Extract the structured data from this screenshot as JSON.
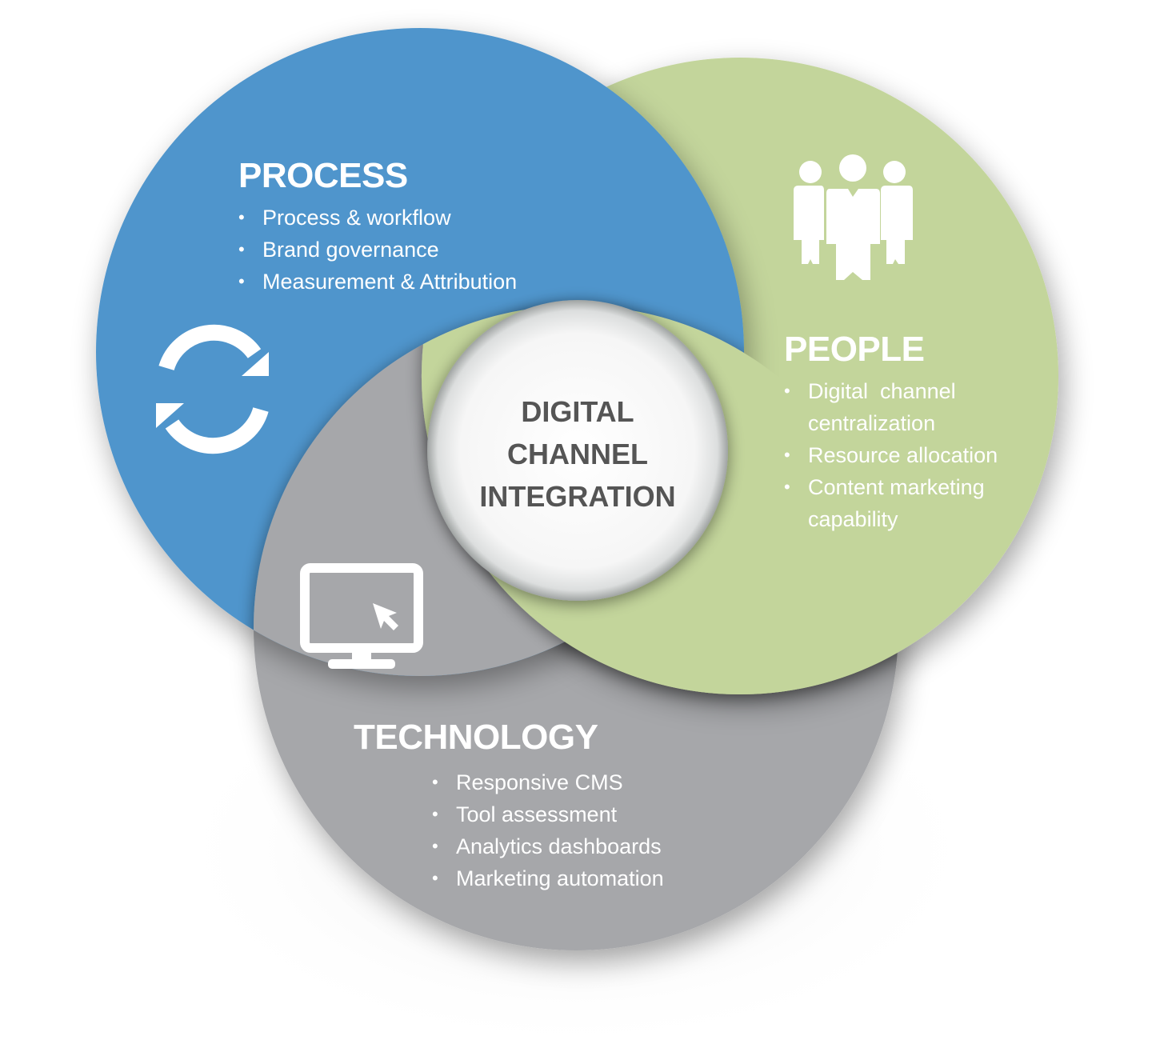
{
  "diagram": {
    "type": "venn-spiral",
    "colors": {
      "process": "#4f95cc",
      "people": "#c3d59b",
      "technology": "#a6a7aa",
      "center": "#ffffff",
      "center_text": "#555555",
      "label_text": "#ffffff"
    },
    "center": {
      "lines": [
        "DIGITAL",
        "CHANNEL",
        "INTEGRATION"
      ]
    },
    "process": {
      "title": "PROCESS",
      "icon": "refresh-cycle-icon",
      "items": [
        "Process & workflow",
        "Brand governance",
        "Measurement & Attribution"
      ]
    },
    "people": {
      "title": "PEOPLE",
      "icon": "people-group-icon",
      "items": [
        "Digital  channel centralization",
        "Resource allocation",
        "Content marketing capability"
      ]
    },
    "technology": {
      "title": "TECHNOLOGY",
      "icon": "monitor-cursor-icon",
      "items": [
        "Responsive CMS",
        "Tool assessment",
        "Analytics dashboards",
        "Marketing automation"
      ]
    }
  }
}
